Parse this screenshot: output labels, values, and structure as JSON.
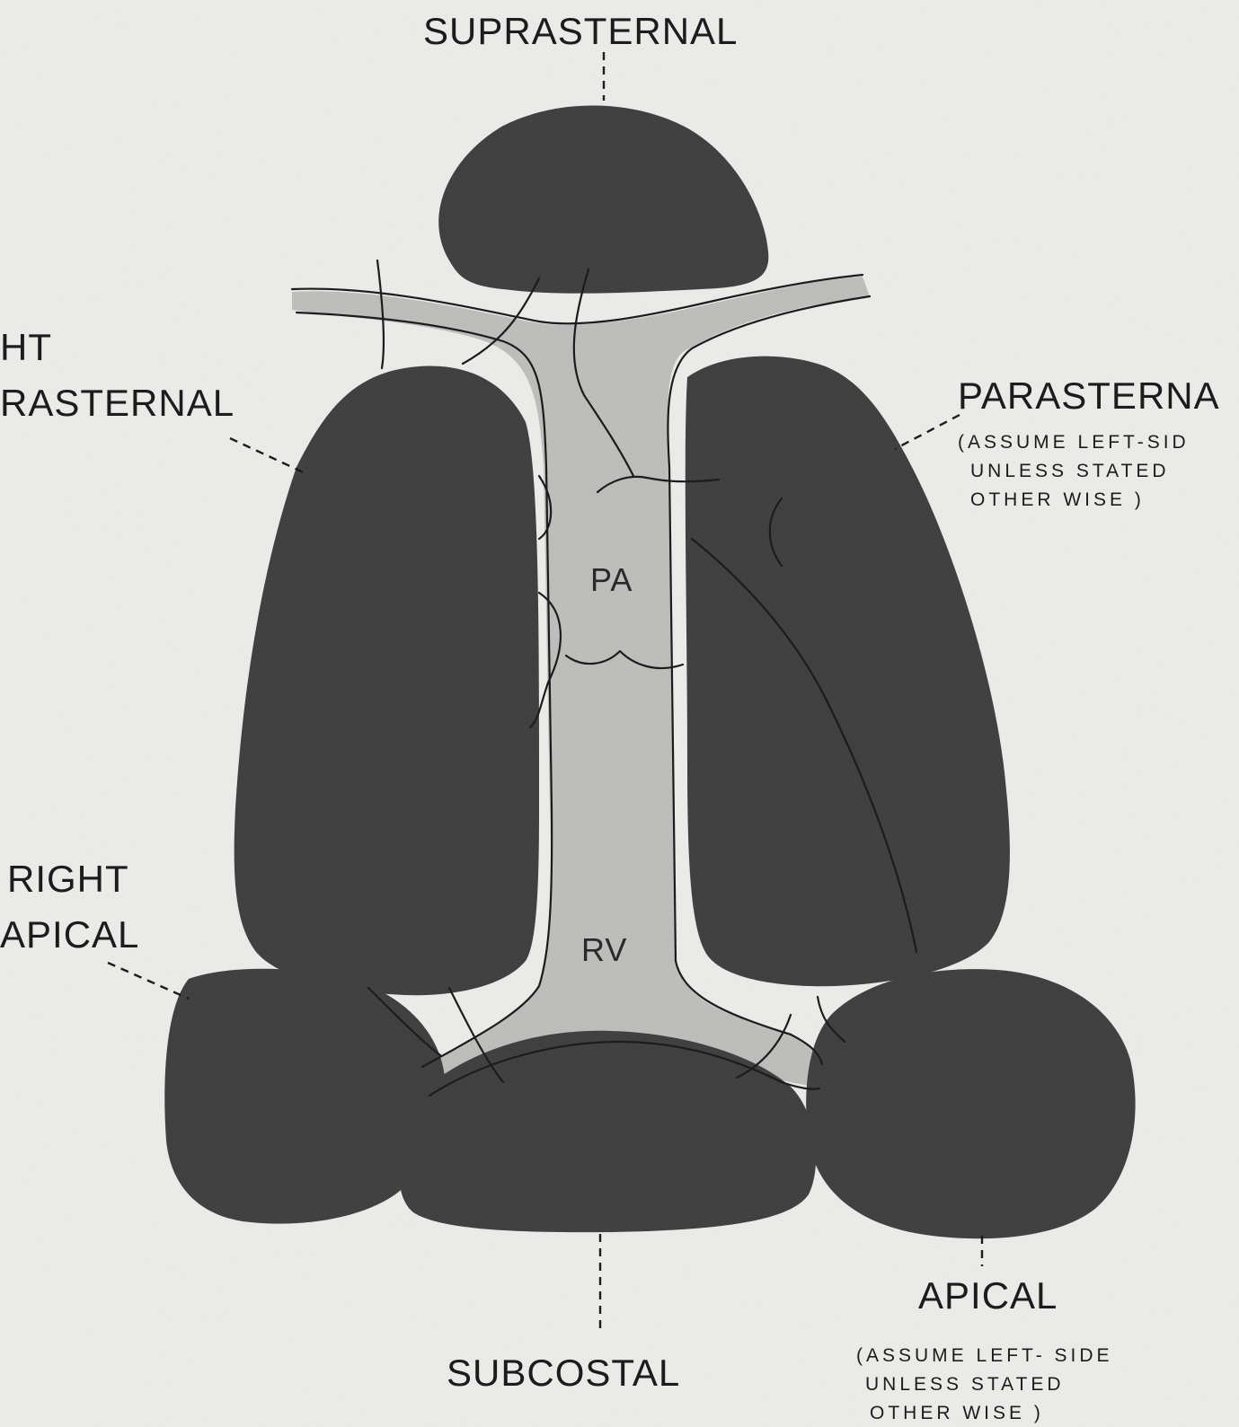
{
  "labels": {
    "suprasternal": "SUPRASTERNAL",
    "right_parasternal_line1": "HT",
    "right_parasternal_line2": "RASTERNAL",
    "parasternal": "PARASTERNA",
    "parasternal_note": [
      "(ASSUME   LEFT-SID",
      "UNLESS   STATED",
      "OTHER WISE )"
    ],
    "right_apical_line1": "RIGHT",
    "right_apical_line2": "APICAL",
    "apical": "APICAL",
    "apical_note": [
      "(ASSUME   LEFT- SIDE",
      "UNLESS  STATED",
      "OTHER WISE )"
    ],
    "subcostal": "SUBCOSTAL",
    "pa": "PA",
    "rv": "RV"
  },
  "colors": {
    "background": "#ebebe9",
    "window_fill": "#3e3e3e",
    "heart_fill": "#bdbdbb",
    "ink": "#1c1c1c"
  }
}
